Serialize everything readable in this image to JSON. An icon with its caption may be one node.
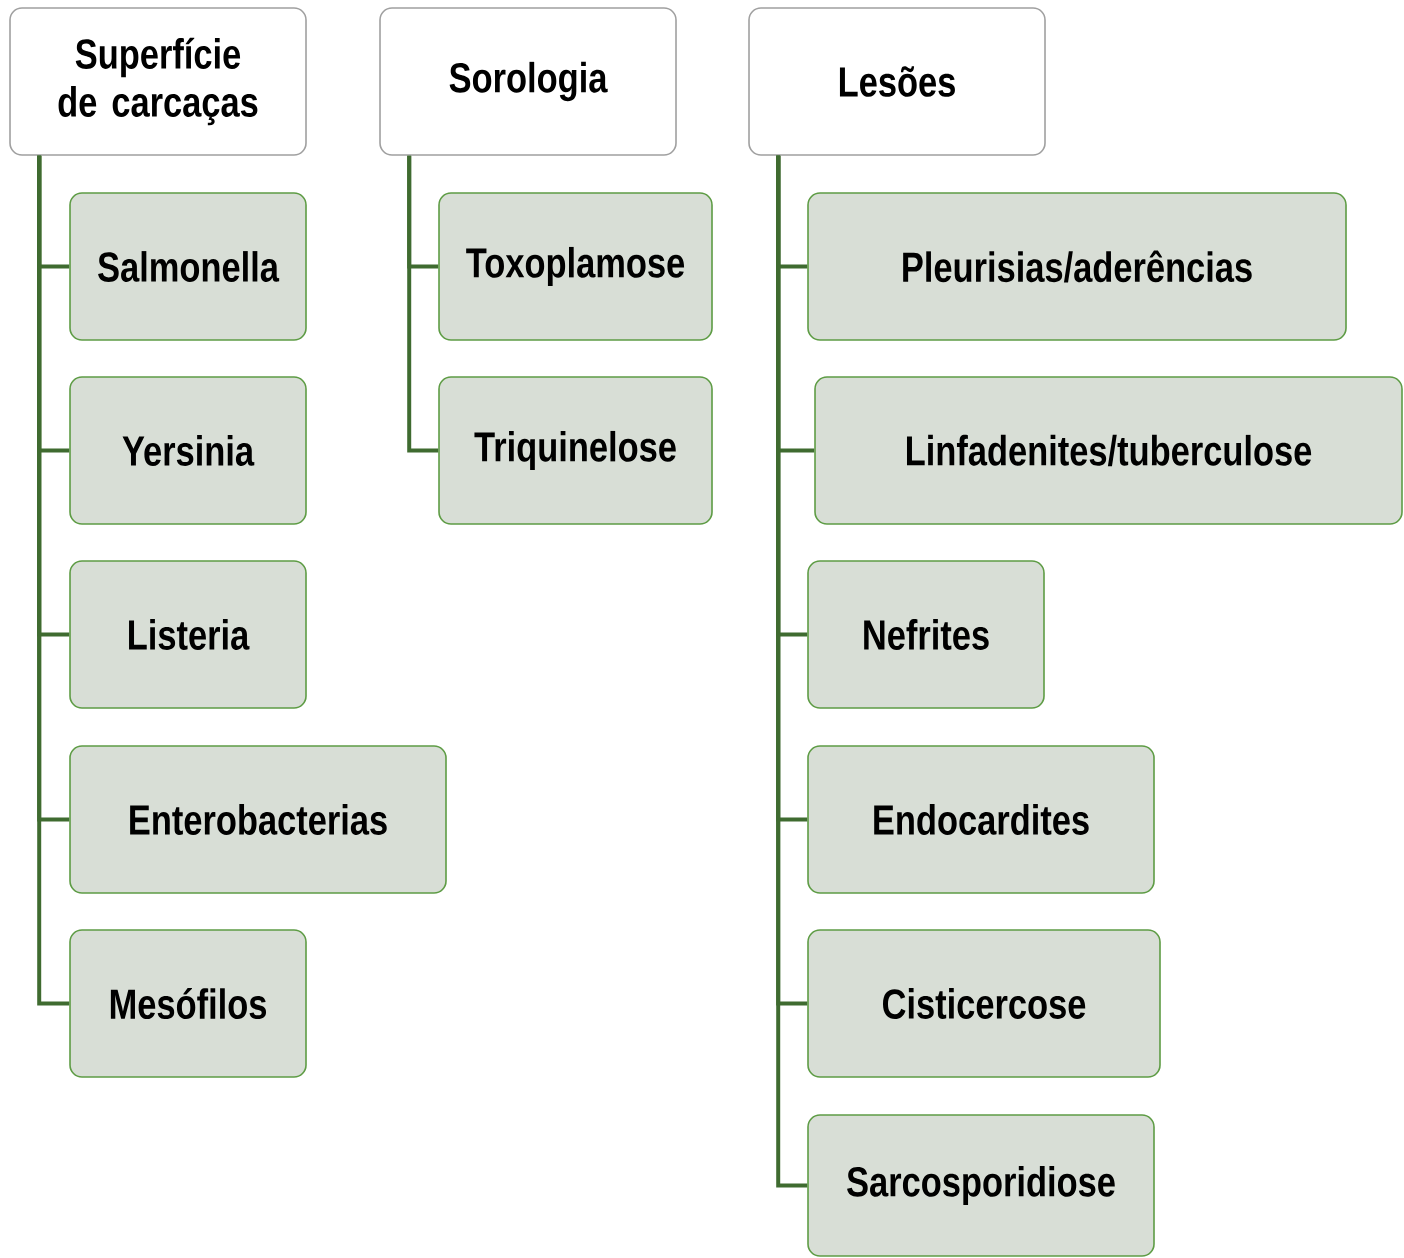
{
  "diagram": {
    "nodes": [
      {
        "text": [
          "Superfície de carcaças"
        ]
      },
      {
        "text": [
          "Sorologia"
        ]
      },
      {
        "text": [
          "Lesões"
        ]
      },
      {
        "text": [
          "Salmonella"
        ]
      },
      {
        "text": [
          "Yersinia"
        ]
      },
      {
        "text": [
          "Listeria"
        ]
      },
      {
        "text": [
          "Enterobacterias"
        ]
      },
      {
        "text": [
          "Mesófilos"
        ]
      },
      {
        "text": [
          "Toxoplamose"
        ]
      },
      {
        "text": [
          "Triquinelose"
        ]
      },
      {
        "text": [
          "Pleurisias/aderências"
        ]
      },
      {
        "text": [
          "Linfadenites/tuberculose"
        ]
      },
      {
        "text": [
          "Nefrites"
        ]
      },
      {
        "text": [
          "Endocardites"
        ]
      },
      {
        "text": [
          "Cisticercose"
        ]
      },
      {
        "text": [
          "Sarcosporidiose"
        ]
      }
    ],
    "edges": [
      {
        "from": 0,
        "to": 3,
        "arrow": "none"
      },
      {
        "from": 0,
        "to": 4,
        "arrow": "none"
      },
      {
        "from": 0,
        "to": 5,
        "arrow": "none"
      },
      {
        "from": 0,
        "to": 6,
        "arrow": "none"
      },
      {
        "from": 0,
        "to": 7,
        "arrow": "none"
      },
      {
        "from": 1,
        "to": 8,
        "arrow": "none"
      },
      {
        "from": 1,
        "to": 9,
        "arrow": "none"
      },
      {
        "from": 2,
        "to": 10,
        "arrow": "none"
      },
      {
        "from": 2,
        "to": 11,
        "arrow": "none"
      },
      {
        "from": 2,
        "to": 12,
        "arrow": "none"
      },
      {
        "from": 2,
        "to": 13,
        "arrow": "none"
      },
      {
        "from": 2,
        "to": 14,
        "arrow": "none"
      },
      {
        "from": 2,
        "to": 15,
        "arrow": "none"
      }
    ]
  }
}
